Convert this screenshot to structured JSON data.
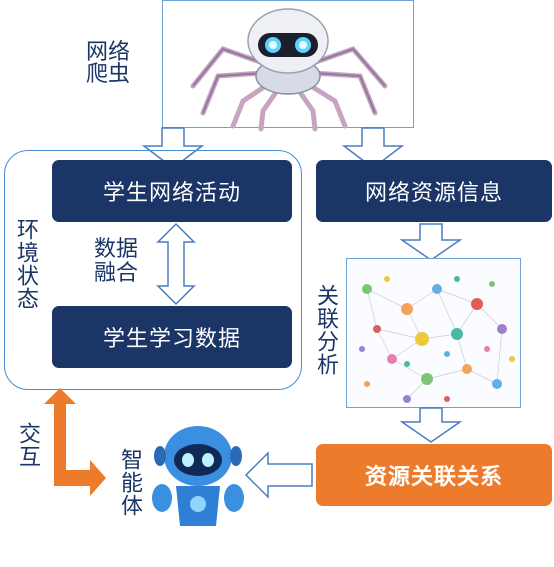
{
  "colors": {
    "navy": "#1b3567",
    "orange": "#ec7c2c",
    "frame_blue": "#4a8ed1",
    "arrow_stroke": "#4a7cc0",
    "label": "#1b3567"
  },
  "crawler": {
    "label": "网络\n爬虫",
    "image": "spider-robot-crawler"
  },
  "environment": {
    "label": "环境状态",
    "student_network_activity": "学生网络活动",
    "fusion_label": "数据\n融合",
    "student_learning_data": "学生学习数据"
  },
  "network_resource_info": "网络资源信息",
  "association_analysis": {
    "label": "关联分析",
    "image": "network-graph"
  },
  "resource_relations": "资源关联关系",
  "interaction": {
    "label": "交互"
  },
  "agent": {
    "label": "智能体",
    "image": "blue-robot-agent"
  }
}
